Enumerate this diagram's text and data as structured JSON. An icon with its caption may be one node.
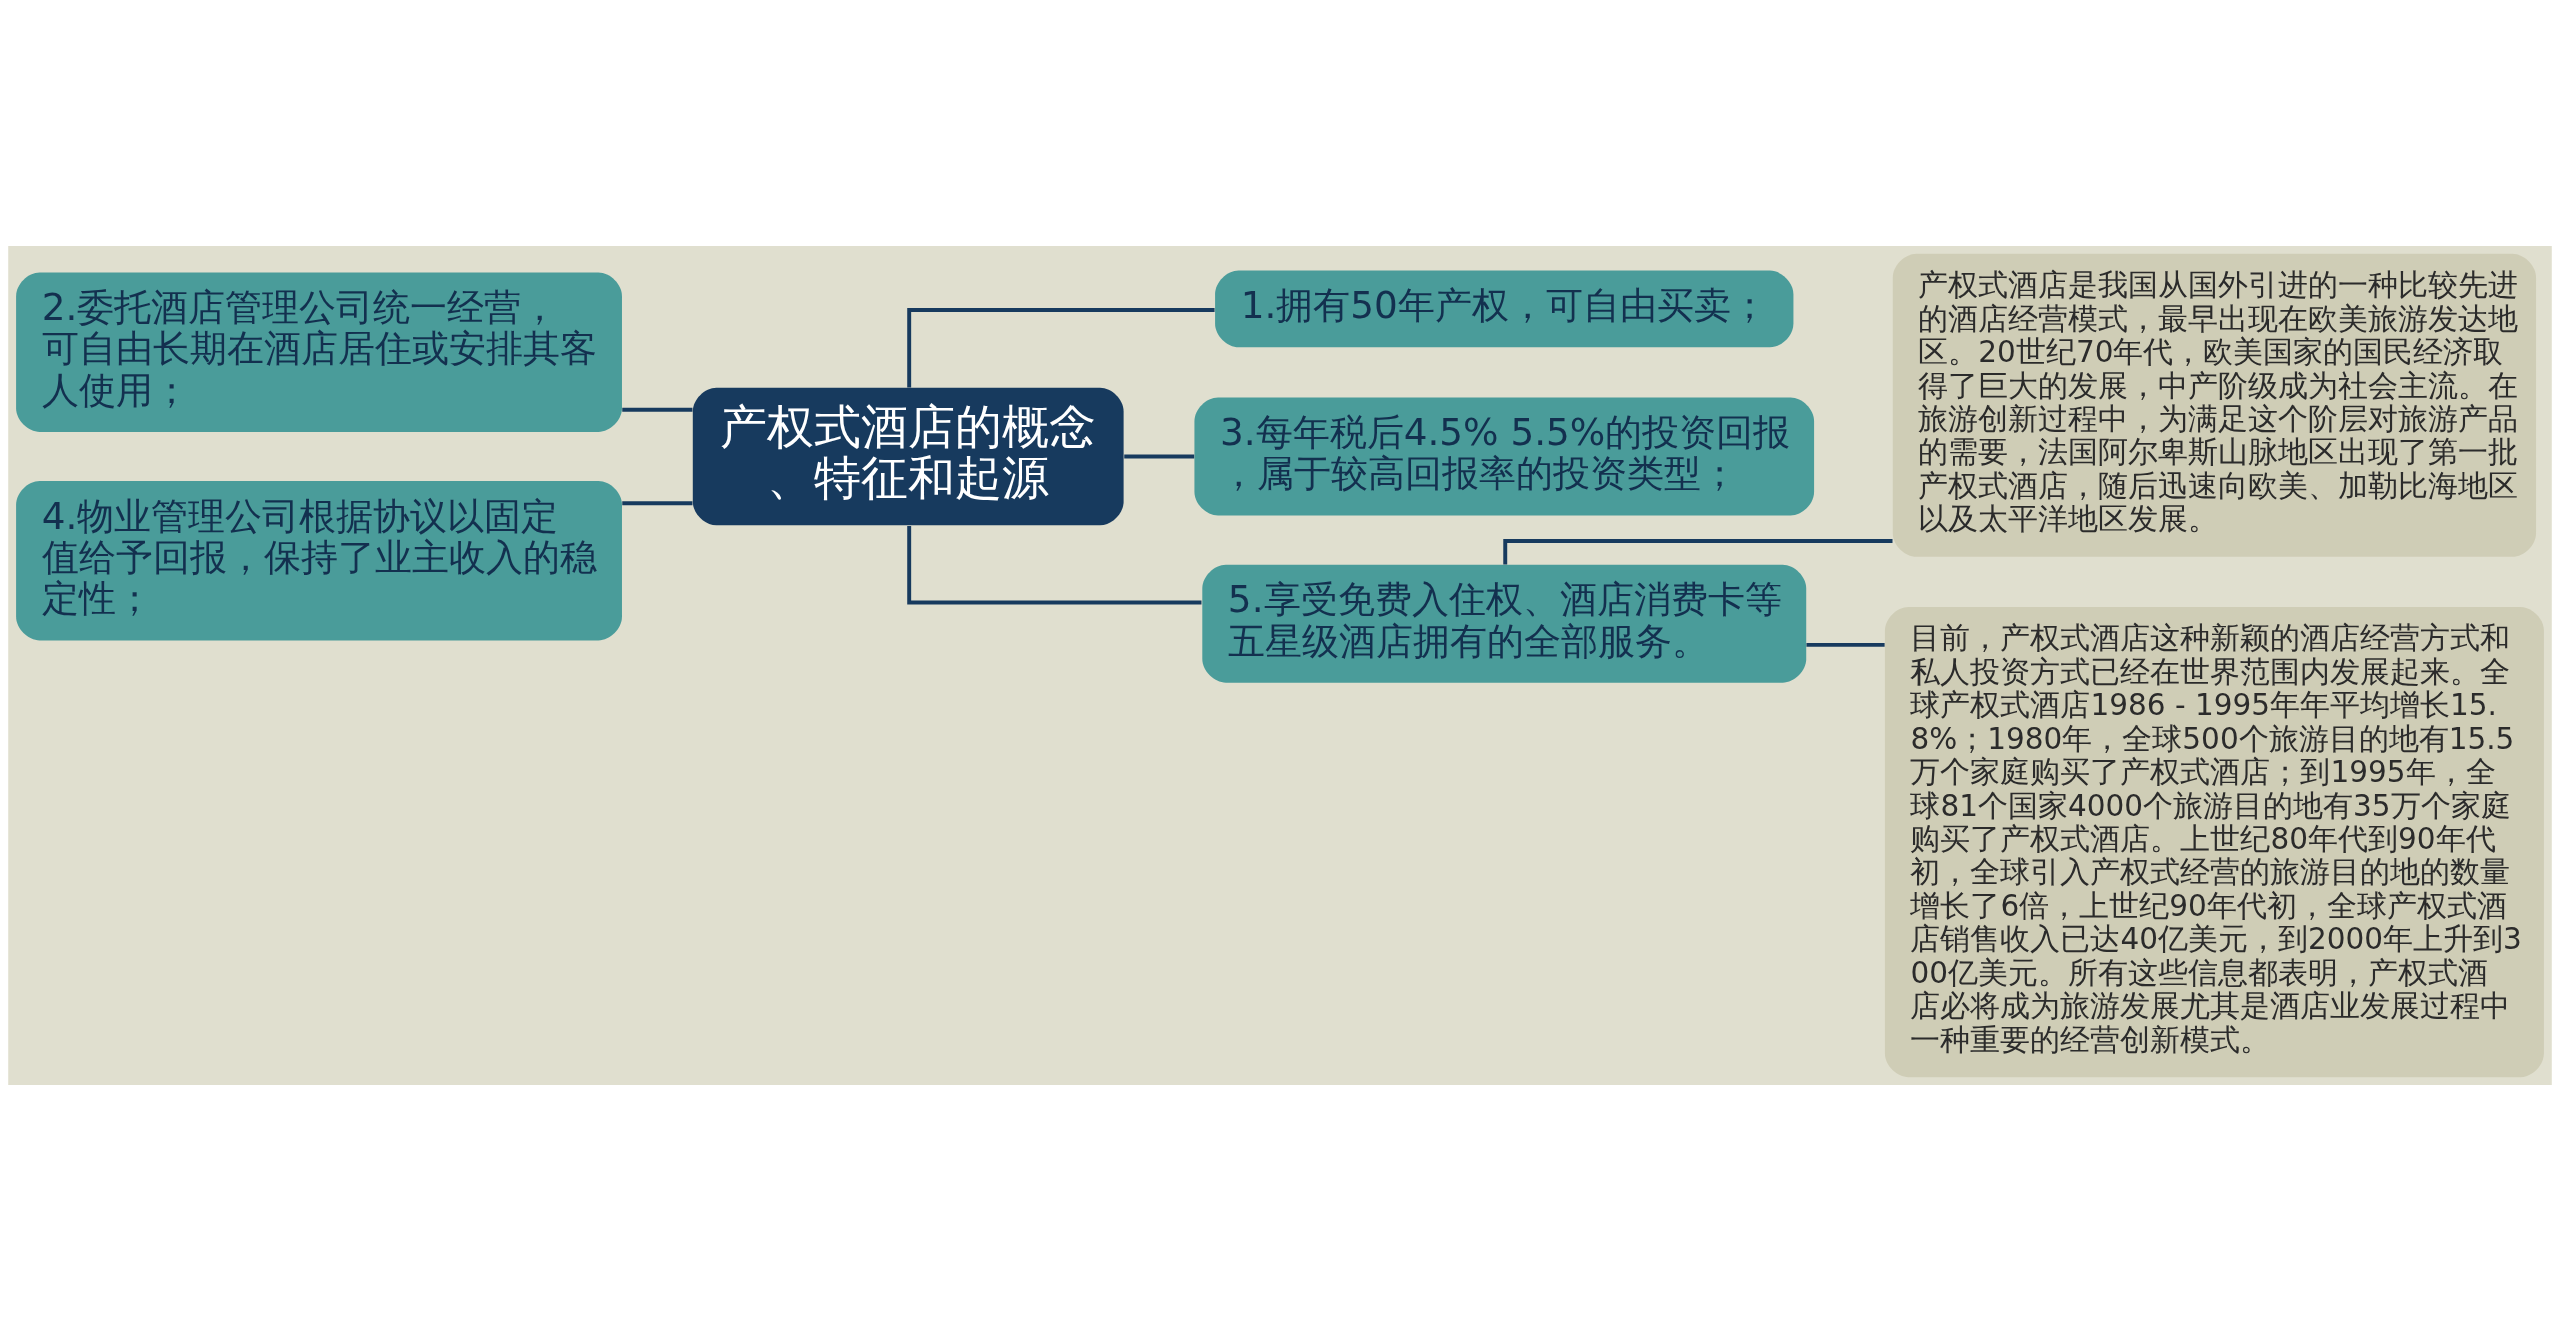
{
  "diagram": {
    "nodes": [
      {
        "text": [
          "产权式酒店的概念、特征和起源"
        ]
      },
      {
        "text": [
          "2.委托酒店管理公司统一经营，可自由长期在酒店居住或安排其客人使用；"
        ]
      },
      {
        "text": [
          "4.物业管理公司根据协议以固定值给予回报，保持了业主收入的稳定性；"
        ]
      },
      {
        "text": [
          "1.拥有50年产权，可自由买卖；"
        ]
      },
      {
        "text": [
          "3.每年税后4.5% 5.5%的投资回报，属于较高回报率的投资类型；"
        ]
      },
      {
        "text": [
          "5.享受免费入住权、酒店消费卡等五星级酒店拥有的全部服务。"
        ]
      },
      {
        "text": [
          "产权式酒店是我国从国外引进的一种比较先进的酒店经营模式，最早出现在欧美旅游发达地区。20世纪70年代，欧美国家的国民经济取得了巨大的发展，中产阶级成为社会主流。在旅游创新过程中，为满足这个阶层对旅游产品的需要，法国阿尔卑斯山脉地区出现了第一批产权式酒店，随后迅速向欧美、加勒比海地区以及太平洋地区发展。"
        ]
      },
      {
        "text": [
          "目前，产权式酒店这种新颖的酒店经营方式和私人投资方式已经在世界范围内发展起来。全球产权式酒店1986 - 1995年年平均增长15.8%；1980年，全球500个旅游目的地有15.5万个家庭购买了产权式酒店；到1995年，全球81个国家4000个旅游目的地有35万个家庭购买了产权式酒店。上世纪80年代到90年代初，全球引入产权式经营的旅游目的地的数量增长了6倍，上世纪90年代初，全球产权式酒店销售收入已达40亿美元，到2000年上升到300亿美元。所有这些信息都表明，产权式酒店必将成为旅游发展尤其是酒店业发展过程中一种重要的经营创新模式。"
        ]
      }
    ],
    "edges": [
      {
        "from": 0,
        "to": 1,
        "arrow": "none"
      },
      {
        "from": 0,
        "to": 2,
        "arrow": "none"
      },
      {
        "from": 0,
        "to": 3,
        "arrow": "none"
      },
      {
        "from": 0,
        "to": 4,
        "arrow": "none"
      },
      {
        "from": 0,
        "to": 5,
        "arrow": "none"
      },
      {
        "from": 5,
        "to": 6,
        "arrow": "none"
      },
      {
        "from": 5,
        "to": 7,
        "arrow": "none"
      }
    ]
  }
}
